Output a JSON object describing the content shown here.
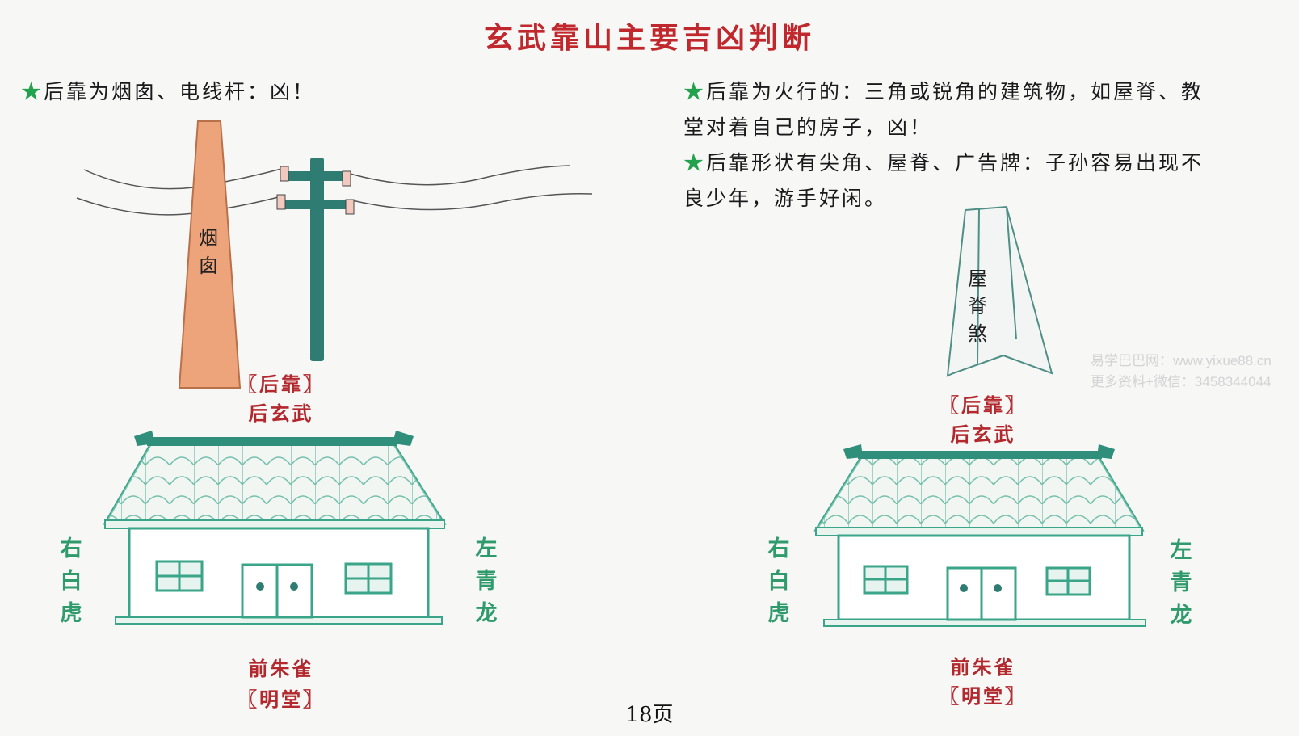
{
  "title": "玄武靠山主要吉凶判断",
  "left": {
    "note_star": "★",
    "note_text": "后靠为烟囱、电线杆：凶！",
    "chimney_label": "烟囱",
    "back_label": "〖后靠〗",
    "back_name": "后玄武",
    "right_tiger": "右白虎",
    "left_dragon": "左青龙",
    "front_name": "前朱雀",
    "front_label": "〖明堂〗"
  },
  "right": {
    "note1_star": "★",
    "note1_line1": "后靠为火行的：三角或锐角的建筑物，如屋脊、教",
    "note1_line2": "堂对着自己的房子，凶！",
    "note2_star": "★",
    "note2_line1": "后靠形状有尖角、屋脊、广告牌：子孙容易出现不",
    "note2_line2": "良少年，游手好闲。",
    "ridge_label": "屋脊煞",
    "back_label": "〖后靠〗",
    "back_name": "后玄武",
    "right_tiger": "右白虎",
    "left_dragon": "左青龙",
    "front_name": "前朱雀",
    "front_label": "〖明堂〗"
  },
  "watermark": {
    "line1": "易学巴巴网：www.yixue88.cn",
    "line2": "更多资料+微信：3458344044"
  },
  "page_number": "18页",
  "colors": {
    "title": "#c0282d",
    "accent_green": "#23a24d",
    "house_stroke": "#3aa589",
    "chimney": "#eda47a",
    "pole": "#2f7d72"
  }
}
